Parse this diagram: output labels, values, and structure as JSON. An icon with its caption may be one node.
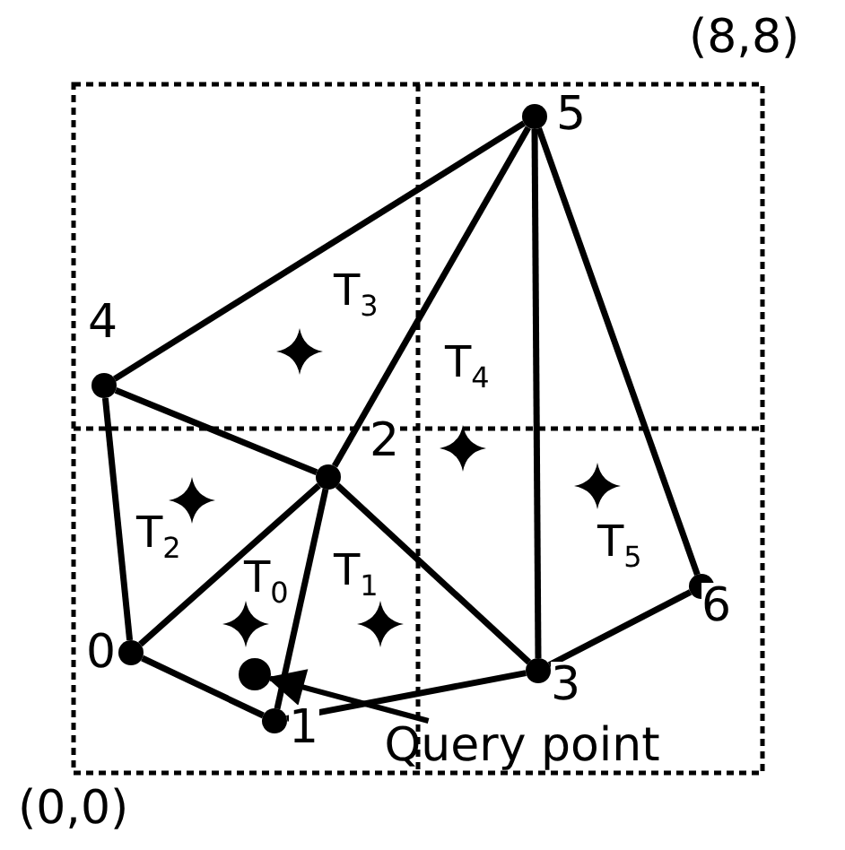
{
  "diagram": {
    "nodes": [
      {
        "text": [],
        "shape": "circle",
        "beside": [
          "0"
        ]
      },
      {
        "text": [],
        "shape": "circle",
        "beside": [
          "1"
        ]
      },
      {
        "text": [],
        "shape": "circle",
        "beside": [
          "2"
        ]
      },
      {
        "text": [],
        "shape": "circle",
        "beside": [
          "3"
        ]
      },
      {
        "text": [],
        "shape": "circle",
        "beside": [
          "4"
        ]
      },
      {
        "text": [],
        "shape": "circle",
        "beside": [
          "5"
        ]
      },
      {
        "text": [],
        "shape": "circle",
        "beside": [
          "6"
        ]
      },
      {
        "text": [],
        "shape": "circle"
      },
      {
        "text": [
          "Query point"
        ]
      }
    ],
    "edges": [
      {
        "from": 0,
        "to": 1,
        "arrow": "none"
      },
      {
        "from": 0,
        "to": 2,
        "arrow": "none"
      },
      {
        "from": 0,
        "to": 4,
        "arrow": "none"
      },
      {
        "from": 1,
        "to": 2,
        "arrow": "none"
      },
      {
        "from": 1,
        "to": 3,
        "arrow": "none"
      },
      {
        "from": 2,
        "to": 3,
        "arrow": "none"
      },
      {
        "from": 2,
        "to": 4,
        "arrow": "none"
      },
      {
        "from": 2,
        "to": 5,
        "arrow": "none"
      },
      {
        "from": 4,
        "to": 5,
        "arrow": "none"
      },
      {
        "from": 3,
        "to": 5,
        "arrow": "none"
      },
      {
        "from": 3,
        "to": 6,
        "arrow": "none"
      },
      {
        "from": 5,
        "to": 6,
        "arrow": "none"
      },
      {
        "from": 8,
        "to": 7,
        "arrow": "to"
      }
    ],
    "labels": [
      "(8,8)",
      "T$_{3}$",
      "T$_{4}$",
      "T$_{2}$",
      "T$_{0}$",
      "T$_{1}$",
      "T$_{5}$",
      "(0,0)"
    ]
  }
}
